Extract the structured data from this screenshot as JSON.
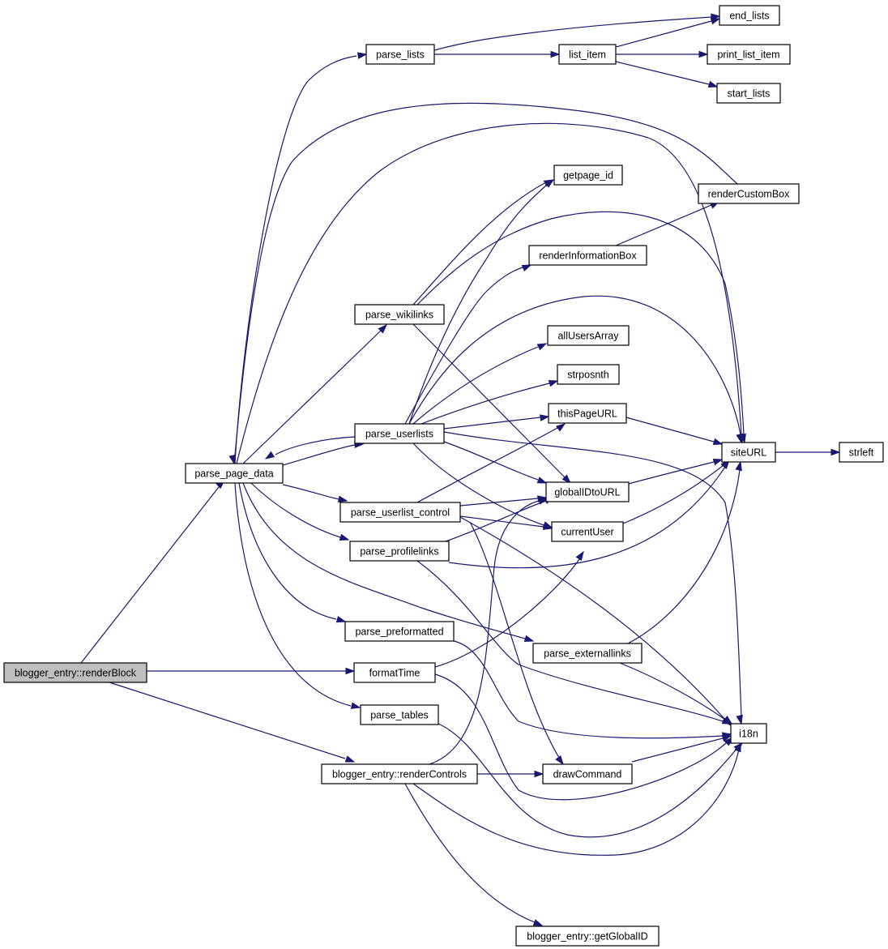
{
  "nodes": [
    {
      "id": "renderBlock",
      "label": "blogger_entry::renderBlock",
      "root": true
    },
    {
      "id": "parse_page_data",
      "label": "parse_page_data"
    },
    {
      "id": "parse_lists",
      "label": "parse_lists"
    },
    {
      "id": "list_item",
      "label": "list_item"
    },
    {
      "id": "end_lists",
      "label": "end_lists"
    },
    {
      "id": "print_list_item",
      "label": "print_list_item"
    },
    {
      "id": "start_lists",
      "label": "start_lists"
    },
    {
      "id": "getpage_id",
      "label": "getpage_id"
    },
    {
      "id": "renderCustomBox",
      "label": "renderCustomBox"
    },
    {
      "id": "renderInformationBox",
      "label": "renderInformationBox"
    },
    {
      "id": "parse_wikilinks",
      "label": "parse_wikilinks"
    },
    {
      "id": "allUsersArray",
      "label": "allUsersArray"
    },
    {
      "id": "strposnth",
      "label": "strposnth"
    },
    {
      "id": "thisPageURL",
      "label": "thisPageURL"
    },
    {
      "id": "parse_userlists",
      "label": "parse_userlists"
    },
    {
      "id": "siteURL",
      "label": "siteURL"
    },
    {
      "id": "strleft",
      "label": "strleft"
    },
    {
      "id": "globalIDtoURL",
      "label": "globalIDtoURL"
    },
    {
      "id": "parse_userlist_control",
      "label": "parse_userlist_control"
    },
    {
      "id": "currentUser",
      "label": "currentUser"
    },
    {
      "id": "parse_profilelinks",
      "label": "parse_profilelinks"
    },
    {
      "id": "parse_preformatted",
      "label": "parse_preformatted"
    },
    {
      "id": "parse_externallinks",
      "label": "parse_externallinks"
    },
    {
      "id": "formatTime",
      "label": "formatTime"
    },
    {
      "id": "parse_tables",
      "label": "parse_tables"
    },
    {
      "id": "i18n",
      "label": "i18n"
    },
    {
      "id": "renderControls",
      "label": "blogger_entry::renderControls"
    },
    {
      "id": "drawCommand",
      "label": "drawCommand"
    },
    {
      "id": "getGlobalID",
      "label": "blogger_entry::getGlobalID"
    }
  ],
  "edges": [
    {
      "from": "renderBlock",
      "to": "parse_page_data"
    },
    {
      "from": "renderBlock",
      "to": "formatTime"
    },
    {
      "from": "renderBlock",
      "to": "renderControls"
    },
    {
      "from": "parse_page_data",
      "to": "parse_lists"
    },
    {
      "from": "parse_page_data",
      "to": "siteURL"
    },
    {
      "from": "parse_page_data",
      "to": "parse_wikilinks"
    },
    {
      "from": "parse_page_data",
      "to": "parse_userlists"
    },
    {
      "from": "parse_page_data",
      "to": "parse_userlist_control"
    },
    {
      "from": "parse_page_data",
      "to": "parse_profilelinks"
    },
    {
      "from": "parse_page_data",
      "to": "parse_preformatted"
    },
    {
      "from": "parse_page_data",
      "to": "parse_externallinks"
    },
    {
      "from": "parse_page_data",
      "to": "parse_tables"
    },
    {
      "from": "renderCustomBox",
      "to": "parse_page_data"
    },
    {
      "from": "parse_userlists",
      "to": "parse_page_data"
    },
    {
      "from": "parse_lists",
      "to": "list_item"
    },
    {
      "from": "parse_lists",
      "to": "end_lists"
    },
    {
      "from": "list_item",
      "to": "end_lists"
    },
    {
      "from": "list_item",
      "to": "print_list_item"
    },
    {
      "from": "list_item",
      "to": "start_lists"
    },
    {
      "from": "renderInformationBox",
      "to": "renderCustomBox"
    },
    {
      "from": "parse_wikilinks",
      "to": "getpage_id"
    },
    {
      "from": "parse_wikilinks",
      "to": "siteURL"
    },
    {
      "from": "parse_wikilinks",
      "to": "globalIDtoURL"
    },
    {
      "from": "parse_userlists",
      "to": "getpage_id"
    },
    {
      "from": "parse_userlists",
      "to": "renderInformationBox"
    },
    {
      "from": "parse_userlists",
      "to": "siteURL"
    },
    {
      "from": "parse_userlists",
      "to": "allUsersArray"
    },
    {
      "from": "parse_userlists",
      "to": "strposnth"
    },
    {
      "from": "parse_userlists",
      "to": "thisPageURL"
    },
    {
      "from": "parse_userlists",
      "to": "globalIDtoURL"
    },
    {
      "from": "parse_userlists",
      "to": "currentUser"
    },
    {
      "from": "parse_userlists",
      "to": "i18n"
    },
    {
      "from": "thisPageURL",
      "to": "siteURL"
    },
    {
      "from": "siteURL",
      "to": "strleft"
    },
    {
      "from": "globalIDtoURL",
      "to": "siteURL"
    },
    {
      "from": "currentUser",
      "to": "siteURL"
    },
    {
      "from": "parse_userlist_control",
      "to": "thisPageURL"
    },
    {
      "from": "parse_userlist_control",
      "to": "globalIDtoURL"
    },
    {
      "from": "parse_userlist_control",
      "to": "currentUser"
    },
    {
      "from": "parse_userlist_control",
      "to": "drawCommand"
    },
    {
      "from": "parse_userlist_control",
      "to": "i18n"
    },
    {
      "from": "parse_profilelinks",
      "to": "globalIDtoURL"
    },
    {
      "from": "parse_profilelinks",
      "to": "siteURL"
    },
    {
      "from": "parse_profilelinks",
      "to": "i18n"
    },
    {
      "from": "parse_externallinks",
      "to": "siteURL"
    },
    {
      "from": "parse_externallinks",
      "to": "i18n"
    },
    {
      "from": "parse_preformatted",
      "to": "i18n"
    },
    {
      "from": "formatTime",
      "to": "currentUser"
    },
    {
      "from": "formatTime",
      "to": "i18n"
    },
    {
      "from": "parse_tables",
      "to": "i18n"
    },
    {
      "from": "renderControls",
      "to": "globalIDtoURL"
    },
    {
      "from": "renderControls",
      "to": "drawCommand"
    },
    {
      "from": "renderControls",
      "to": "i18n"
    },
    {
      "from": "renderControls",
      "to": "getGlobalID"
    },
    {
      "from": "drawCommand",
      "to": "i18n"
    }
  ]
}
